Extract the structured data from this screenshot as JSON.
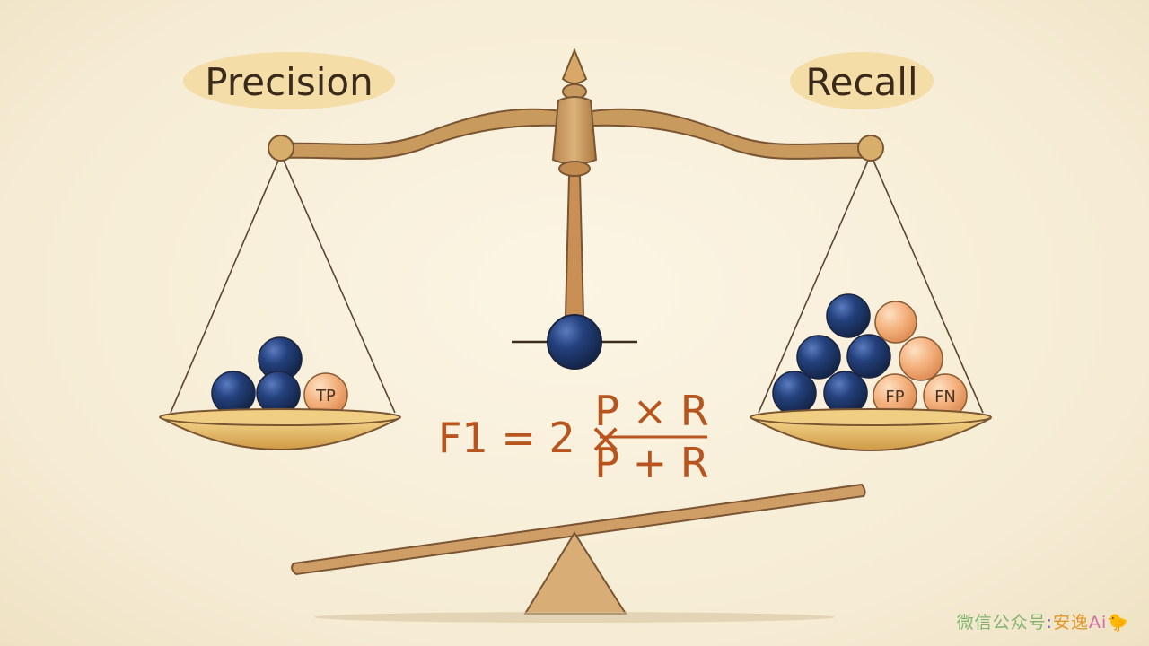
{
  "labels": {
    "left": "Precision",
    "right": "Recall"
  },
  "balls": {
    "tp": "TP",
    "fp": "FP",
    "fn": "FN"
  },
  "formula": {
    "lhs": "F1 = 2 ×",
    "numerator": "P × R",
    "denominator": "P + R"
  },
  "watermark": {
    "prefix": "微信公众号",
    "colon": ":",
    "name": "安逸",
    "suffix": "Ai",
    "emoji": "🐤"
  },
  "colors": {
    "background": "#f8f0dc",
    "wood": "#c9965a",
    "pan_gold": "#e0b25a",
    "navy_ball": "#23407a",
    "orange_ball": "#f3b07e",
    "formula": "#b8551f",
    "label_highlight": "#f3d796"
  }
}
